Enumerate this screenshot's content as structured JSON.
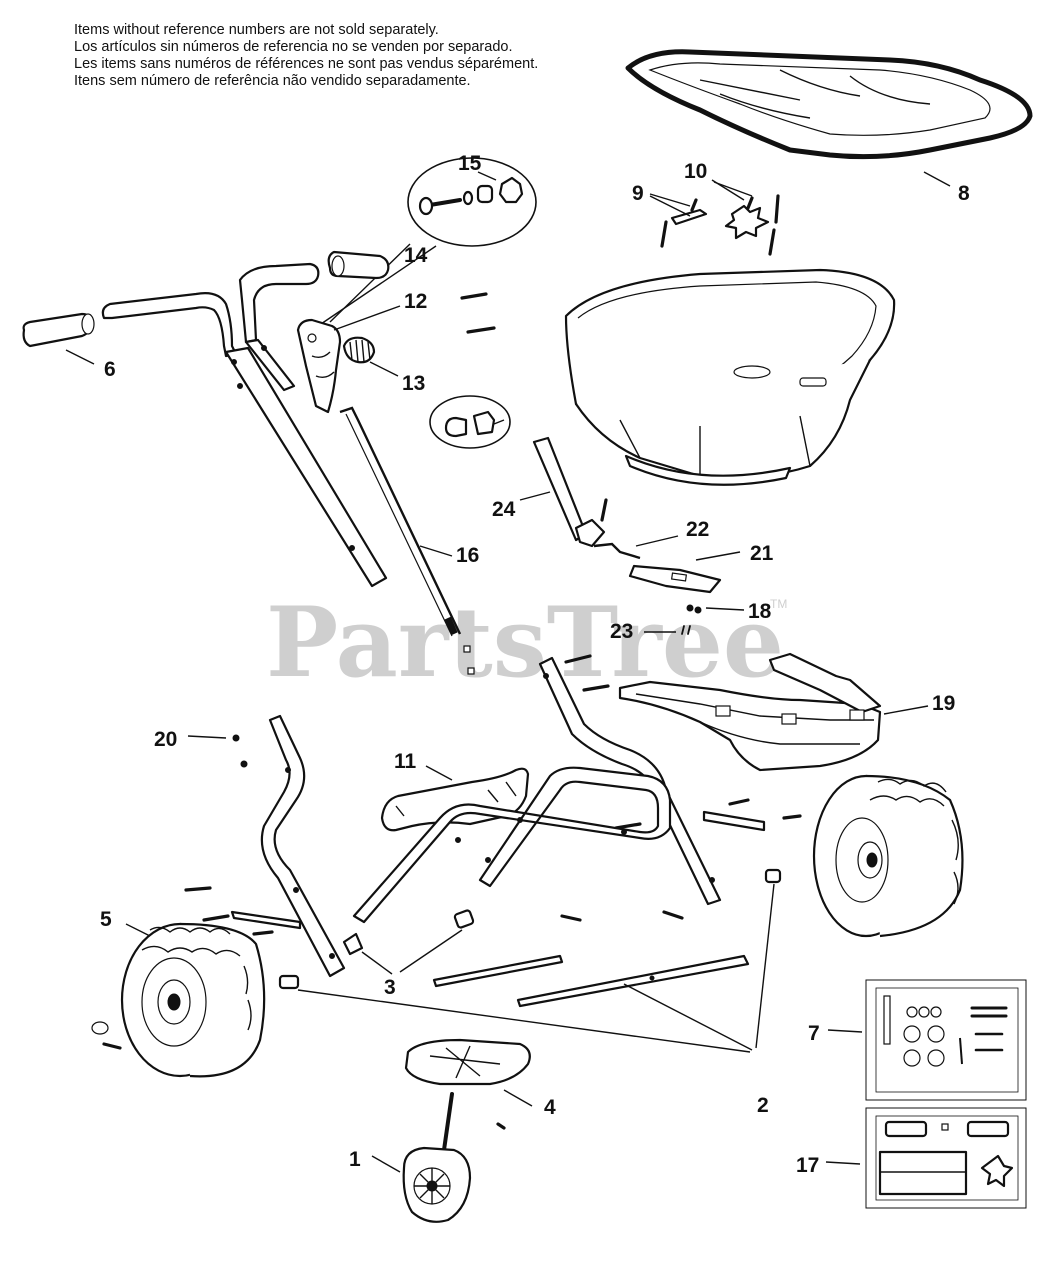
{
  "notes": [
    "Items without reference numbers are not sold separately.",
    "Los artículos sin números de referencia no se venden por separado.",
    "Les items sans numéros de références ne sont pas vendus séparément.",
    "Itens sem número de referência não vendido separadamente."
  ],
  "watermark": {
    "text": "PartsTree",
    "mark": "TM"
  },
  "callouts": {
    "c1": "1",
    "c2": "2",
    "c3": "3",
    "c4": "4",
    "c5": "5",
    "c6": "6",
    "c7": "7",
    "c8": "8",
    "c9": "9",
    "c10": "10",
    "c11": "11",
    "c12": "12",
    "c13": "13",
    "c14": "14",
    "c15": "15",
    "c16": "16",
    "c17": "17",
    "c18": "18",
    "c19": "19",
    "c20": "20",
    "c21": "21",
    "c22": "22",
    "c23": "23",
    "c24": "24"
  }
}
